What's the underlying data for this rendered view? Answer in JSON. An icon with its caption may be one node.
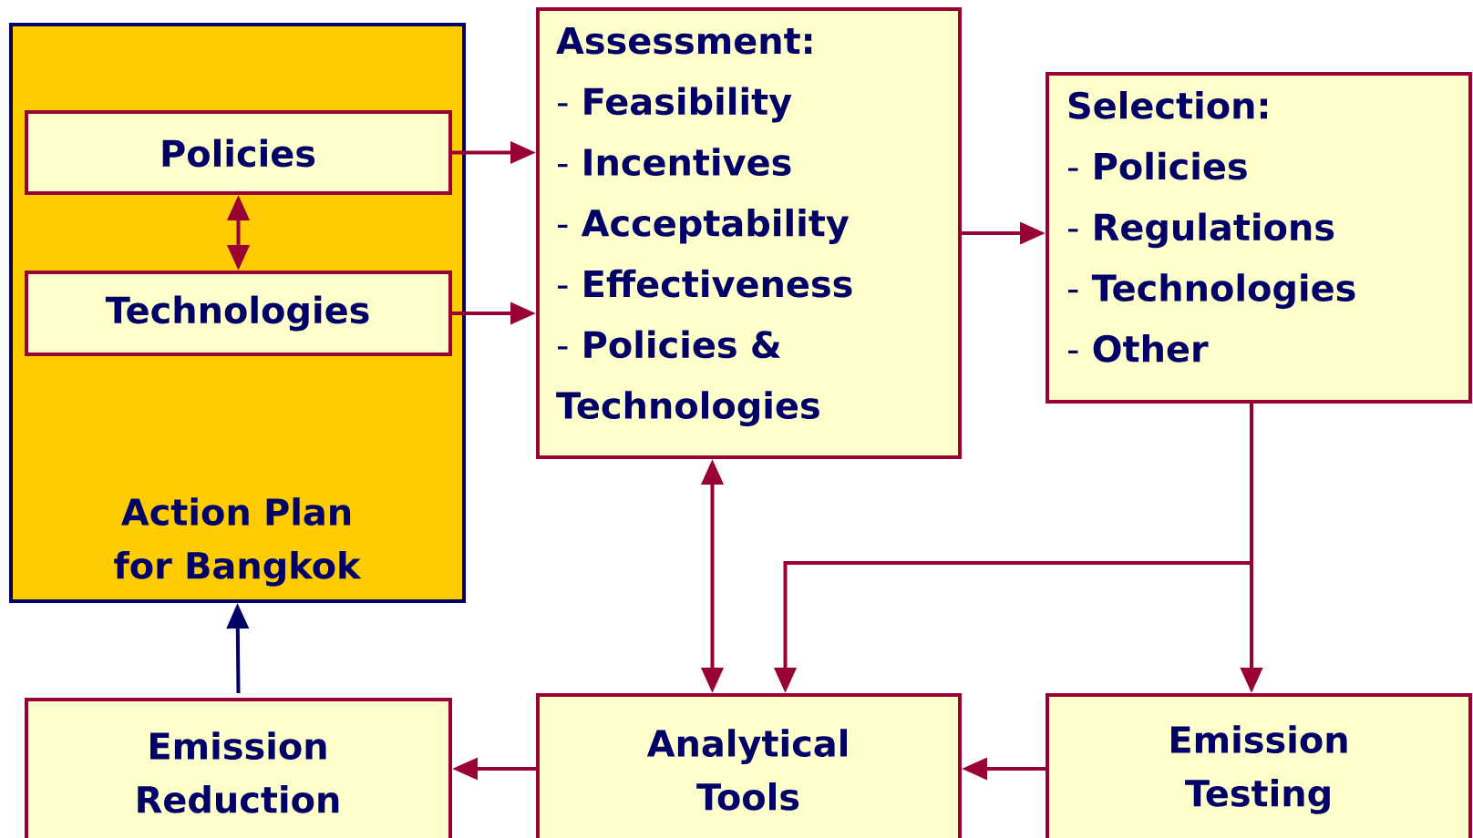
{
  "diagram": {
    "nodes": [
      {
        "text": [
          "Action Plan for Bangkok"
        ]
      },
      {
        "text": [
          "Policies"
        ],
        "in": 0
      },
      {
        "text": [
          "Technologies"
        ],
        "in": 0
      },
      {
        "text": [
          "Assessment:",
          "- **Feasibility**",
          "- **Incentives**",
          "- **Acceptability**",
          "- **Effectiveness**",
          "- **Policies & Technologies**"
        ]
      },
      {
        "text": [
          "Selection:",
          "- **Policies**",
          "- **Regulations**",
          "- **Technologies**",
          "- **Other**"
        ]
      },
      {
        "text": [
          "Emission Reduction"
        ]
      },
      {
        "text": [
          "Analytical Tools"
        ]
      },
      {
        "text": [
          "Emission Testing"
        ]
      }
    ],
    "edges": [
      {
        "from": 1,
        "to": 3,
        "arrow": "to"
      },
      {
        "from": 2,
        "to": 3,
        "arrow": "to"
      },
      {
        "from": 1,
        "to": 2,
        "arrow": "both"
      },
      {
        "from": 3,
        "to": 4,
        "arrow": "to"
      },
      {
        "from": 3,
        "to": 6,
        "arrow": "both"
      },
      {
        "from": 4,
        "to": 6,
        "arrow": "to"
      },
      {
        "from": 4,
        "to": 7,
        "arrow": "to"
      },
      {
        "from": 7,
        "to": 6,
        "arrow": "to"
      },
      {
        "from": 6,
        "to": 5,
        "arrow": "to"
      },
      {
        "from": 5,
        "to": 0,
        "arrow": "to",
        "color": "#000066"
      }
    ]
  }
}
